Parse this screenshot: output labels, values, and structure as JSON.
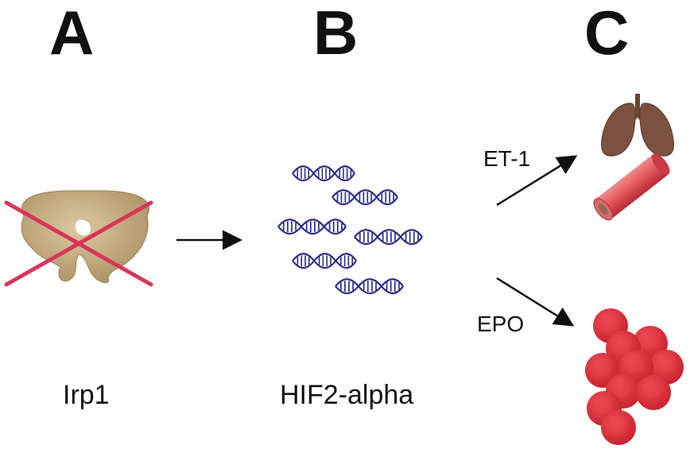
{
  "panels": {
    "a": {
      "letter": "A",
      "label": "Irp1"
    },
    "b": {
      "letter": "B",
      "label": "HIF2-alpha"
    },
    "c": {
      "letter": "C"
    }
  },
  "arrows": {
    "upper_label": "ET-1",
    "lower_label": "EPO"
  },
  "colors": {
    "protein_fill": "#cdb88f",
    "cross": "#d9345a",
    "dna": "#2e2d87",
    "lung": "#7b5140",
    "vessel": "#e4545a",
    "rbc": "#e0303c"
  },
  "icons": [
    "protein-icon",
    "cross-mark-icon",
    "dna-icon",
    "lungs-icon",
    "blood-vessel-icon",
    "red-blood-cells-icon"
  ]
}
